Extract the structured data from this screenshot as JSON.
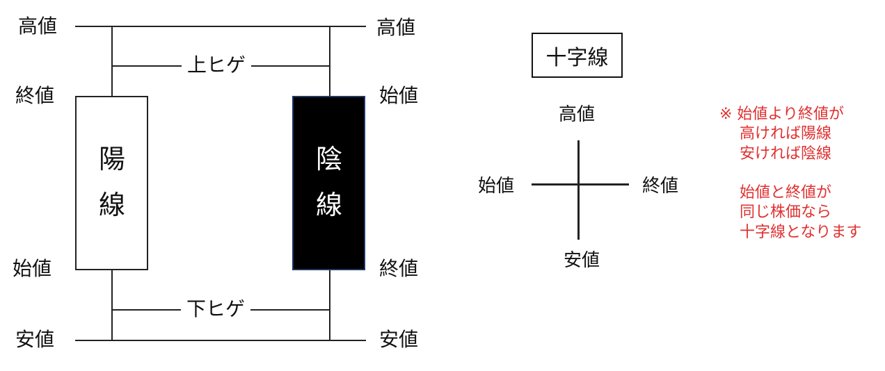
{
  "left_diagram": {
    "left_high": "高値",
    "left_close": "終値",
    "left_open": "始値",
    "left_low": "安値",
    "right_high": "高値",
    "right_open": "始値",
    "right_close": "終値",
    "right_low": "安値",
    "upper_shadow": "上ヒゲ",
    "lower_shadow": "下ヒゲ",
    "bull_char1": "陽",
    "bull_char2": "線",
    "bear_char1": "陰",
    "bear_char2": "線",
    "bull_color": "#ffffff",
    "bear_color": "#000000",
    "bear_border": "#1f3864"
  },
  "doji": {
    "title": "十字線",
    "high": "高値",
    "open": "始値",
    "close": "終値",
    "low": "安値"
  },
  "note": {
    "line1": "※ 始値より終値が",
    "line2": "高ければ陽線",
    "line3": "安ければ陰線",
    "line4": "始値と終値が",
    "line5": "同じ株価なら",
    "line6": "十字線となります",
    "color": "#e03030"
  }
}
